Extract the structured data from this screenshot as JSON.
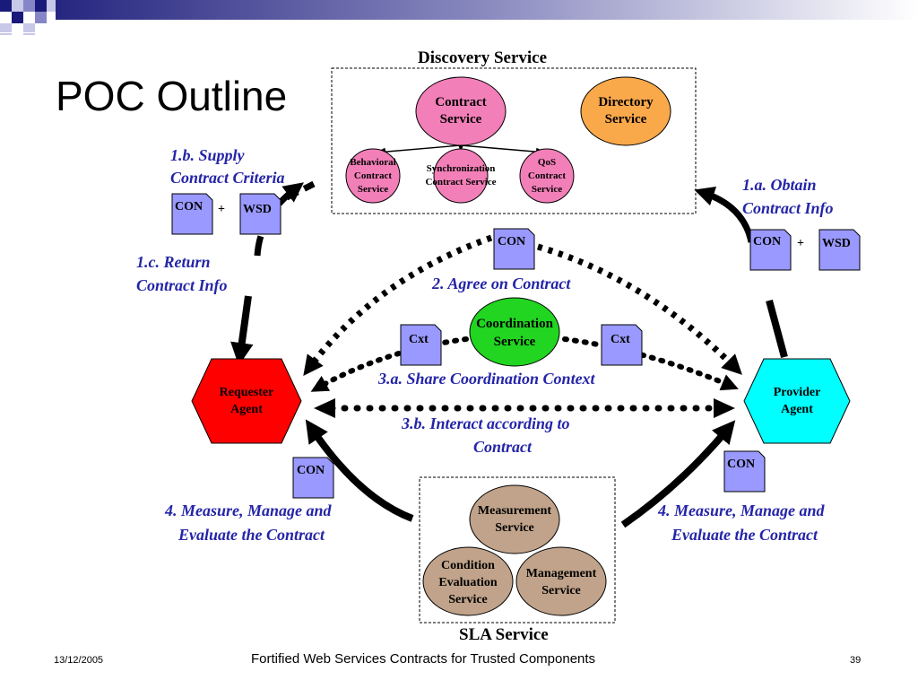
{
  "slide": {
    "title": "POC Outline",
    "footer_date": "13/12/2005",
    "footer_center": "Fortified Web Services Contracts for Trusted Components",
    "page_number": "39"
  },
  "discovery": {
    "header": "Discovery Service",
    "contract_service": "Contract Service",
    "directory_service": "Directory Service",
    "behavioral": "Behavioral Contract Service",
    "synchronization": "Synchronization Contract Service",
    "qos": "QoS Contract Service"
  },
  "sla": {
    "header": "SLA Service",
    "measurement": "Measurement Service",
    "condition": "Condition Evaluation Service",
    "management": "Management Service"
  },
  "agents": {
    "requester": "Requester Agent",
    "provider": "Provider Agent",
    "coordination": "Coordination Service"
  },
  "docs": {
    "con": "CON",
    "wsd": "WSD",
    "cxt": "Cxt",
    "plus": "+"
  },
  "labels": {
    "supply_1": "1.b. Supply",
    "supply_2": "Contract Criteria",
    "obtain_1": "1.a. Obtain",
    "obtain_2": "Contract Info",
    "return_1": "1.c. Return",
    "return_2": "Contract Info",
    "agree": "2. Agree on Contract",
    "share": "3.a. Share Coordination Context",
    "interact_1": "3.b. Interact according to",
    "interact_2": "Contract",
    "measure_l1": "4. Measure, Manage and",
    "measure_l2": "Evaluate the Contract",
    "measure_r1": "4. Measure, Manage and",
    "measure_r2": "Evaluate the Contract"
  },
  "colors": {
    "pink": "#f27fb8",
    "orange": "#f9a84a",
    "green": "#21d521",
    "red": "#ff0000",
    "cyan": "#00ffff",
    "tan": "#c0a38a",
    "doc": "#9999ff",
    "label_blue": "#2424a8"
  }
}
